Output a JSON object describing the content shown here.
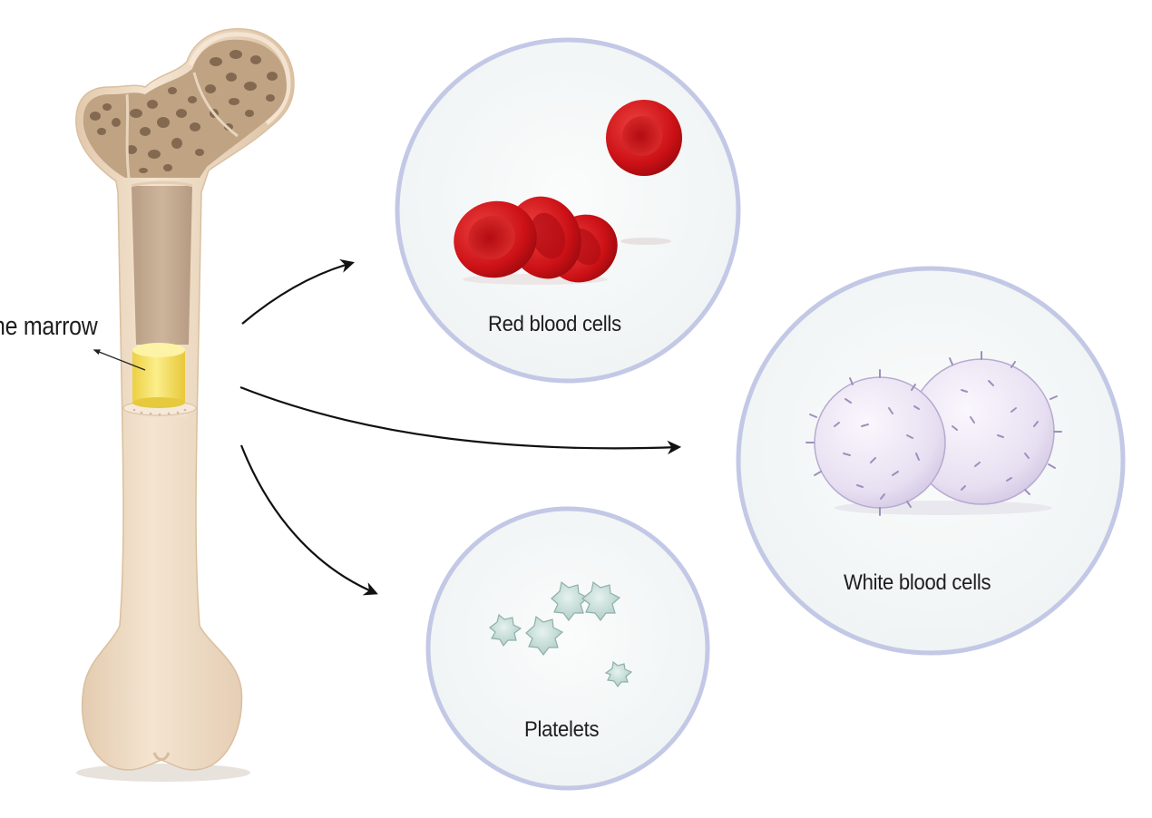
{
  "labels": {
    "bone_marrow": "ne marrow",
    "red_blood_cells": "Red blood cells",
    "white_blood_cells": "White blood cells",
    "platelets": "Platelets"
  },
  "colors": {
    "bone": "#efdcc6",
    "bone_inner": "#c9b199",
    "spongy_bone": "#bea282",
    "marrow_plug": "#f5df63",
    "red_cell": "#d2181c",
    "white_cell": "#ece6f4",
    "platelet": "#c4dcd6",
    "circle_border": "#c3c8e6",
    "circle_fill": "#f6f9f9",
    "arrow": "#111111"
  }
}
